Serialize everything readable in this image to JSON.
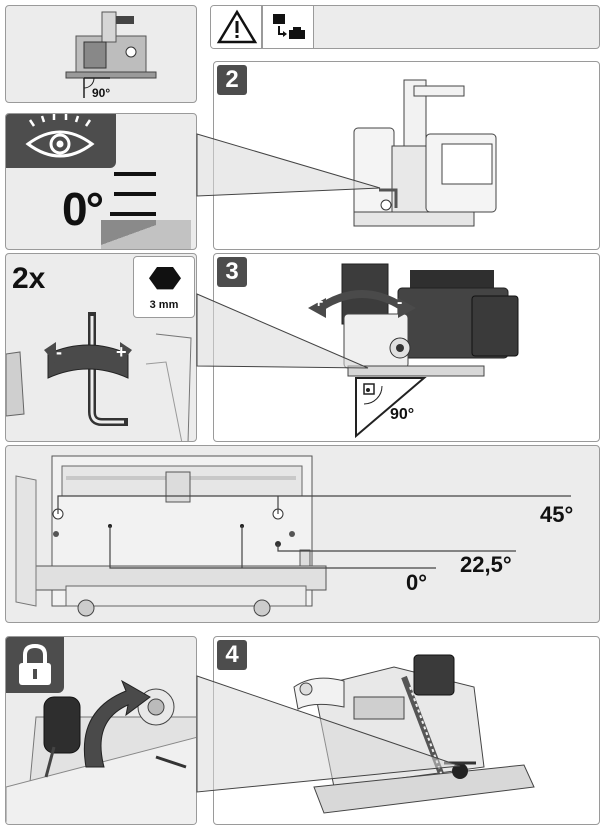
{
  "thumb": {
    "angle_label": "90°"
  },
  "header": {
    "icons": [
      "warning-triangle-icon",
      "battery-remove-icon"
    ]
  },
  "eye_panel": {
    "icon": "eye-icon",
    "angle": "0°"
  },
  "hex_panel": {
    "count": "2x",
    "tool_size": "3 mm",
    "icons": [
      "hex-key-icon"
    ],
    "minus": "-",
    "plus": "+"
  },
  "step2": {
    "number": "2"
  },
  "step3": {
    "number": "3",
    "plus": "+",
    "minus": "-",
    "angle_label": "90°"
  },
  "bevel": {
    "labels": [
      "45°",
      "22,5°",
      "0°"
    ]
  },
  "lock_panel": {
    "icon": "padlock-icon"
  },
  "step4": {
    "number": "4"
  }
}
